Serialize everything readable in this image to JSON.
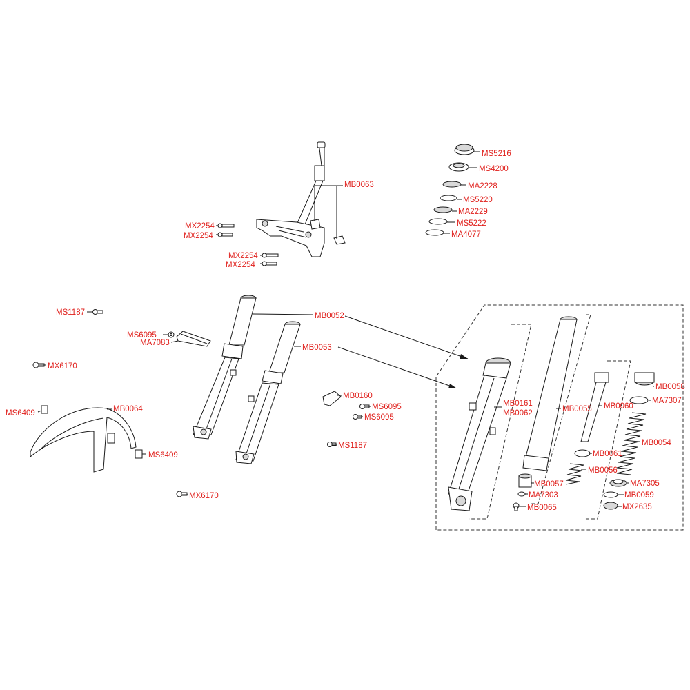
{
  "diagram": {
    "labels": {
      "MB0063": "MB0063",
      "MS5216": "MS5216",
      "MS4200": "MS4200",
      "MA2228": "MA2228",
      "MS5220": "MS5220",
      "MA2229": "MA2229",
      "MS5222": "MS5222",
      "MA4077": "MA4077",
      "MX2254_a": "MX2254",
      "MX2254_b": "MX2254",
      "MX2254_c": "MX2254",
      "MX2254_d": "MX2254",
      "MS1187_a": "MS1187",
      "MS6095_a": "MS6095",
      "MA7083": "MA7083",
      "MX6170_a": "MX6170",
      "MS6409_a": "MS6409",
      "MB0064": "MB0064",
      "MS6409_b": "MS6409",
      "MX6170_b": "MX6170",
      "MB0052": "MB0052",
      "MB0053": "MB0053",
      "MB0160": "MB0160",
      "MS6095_b": "MS6095",
      "MS6095_c": "MS6095",
      "MS1187_b": "MS1187",
      "MB0058": "MB0058",
      "MA7307": "MA7307",
      "MB0161": "MB0161",
      "MB0062": "MB0062",
      "MB0055": "MB0055",
      "MB0060": "MB0060",
      "MB0054": "MB0054",
      "MB0061": "MB0061",
      "MB0056": "MB0056",
      "MA7305": "MA7305",
      "MB0057": "MB0057",
      "MA7303": "MA7303",
      "MB0059": "MB0059",
      "MB0065": "MB0065",
      "MX2635": "MX2635"
    },
    "colors": {
      "label": "#e0201c",
      "line": "#1a1a1a"
    }
  }
}
